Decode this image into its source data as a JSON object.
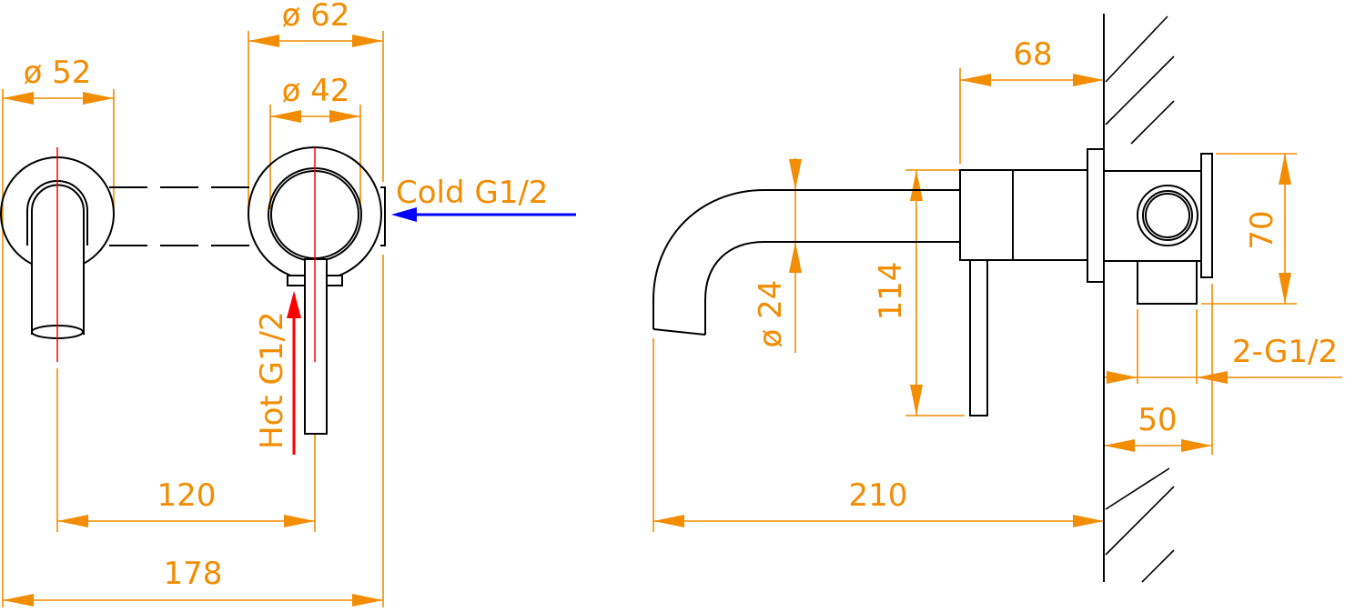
{
  "colors": {
    "dimension": "#f28c00",
    "outline": "#000000",
    "centerline": "#ff0000",
    "cold_arrow": "#0000ff",
    "hot_arrow": "#ff0000"
  },
  "front_view": {
    "dims": {
      "d62": "ø 62",
      "d52": "ø 52",
      "d42": "ø 42",
      "w120": "120",
      "w178": "178"
    },
    "labels": {
      "cold": "Cold G1/2",
      "hot": "Hot G1/2"
    }
  },
  "side_view": {
    "dims": {
      "d68": "68",
      "d24": "ø 24",
      "h114": "114",
      "h70": "70",
      "g": "2-G1/2",
      "w50": "50",
      "w210": "210"
    }
  }
}
